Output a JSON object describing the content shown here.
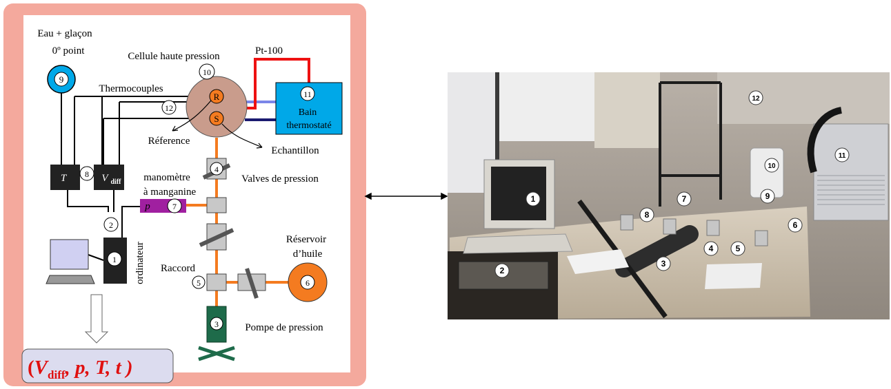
{
  "schematic": {
    "ice_label_line1": "Eau + glaçon",
    "ice_label_line2": "0º point",
    "cell_title": "Cellule haute pression",
    "pt100": "Pt-100",
    "thermocouples": "Thermocouples",
    "bath_line1": "Bain",
    "bath_line2": "thermostaté",
    "reference": "Réference",
    "echantillon": "Echantillon",
    "manometre_line1": "manomètre",
    "manometre_line2": "à manganine",
    "valves": "Valves de pression",
    "reservoir_line1": "Réservoir",
    "reservoir_line2": "d’huile",
    "raccord": "Raccord",
    "pompe": "Pompe de pression",
    "ordinateur": "ordinateur",
    "letter_r": "R",
    "letter_s": "S",
    "letter_t": "T",
    "letter_v": "V",
    "sub_diff": "diff",
    "letter_p": "p",
    "output_formula": {
      "open": "(",
      "v": "V",
      "sub": "diff",
      "rest": ", p, T, t )"
    },
    "numbers": {
      "n1": "1",
      "n2": "2",
      "n3": "3",
      "n4": "4",
      "n5": "5",
      "n6": "6",
      "n7": "7",
      "n8": "8",
      "n9": "9",
      "n10": "10",
      "n11": "11",
      "n12": "12"
    }
  },
  "photo_labels": [
    "1",
    "2",
    "3",
    "4",
    "5",
    "6",
    "7",
    "8",
    "9",
    "10",
    "11",
    "12"
  ],
  "colors": {
    "frame": "#f4a99d",
    "cell": "#c99c8c",
    "orange": "#f47b20",
    "bath": "#00a8e8",
    "pump": "#1e6b4a",
    "gauge": "#a020a0",
    "red_wire": "#ee1111",
    "formula_red": "#e01010"
  }
}
